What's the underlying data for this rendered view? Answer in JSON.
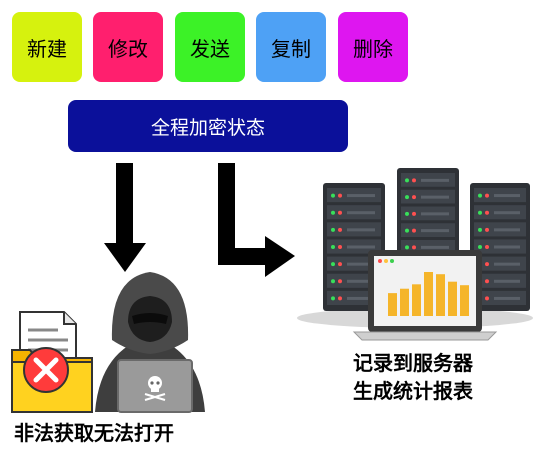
{
  "actions": [
    {
      "label": "新建",
      "color": "#d6f20e"
    },
    {
      "label": "修改",
      "color": "#ff1f6e"
    },
    {
      "label": "发送",
      "color": "#3cf227"
    },
    {
      "label": "复制",
      "color": "#4ea1f5"
    },
    {
      "label": "删除",
      "color": "#de16f0"
    }
  ],
  "banner": {
    "label": "全程加密状态",
    "color": "#0b109a"
  },
  "left_caption": "非法获取无法打开",
  "right_caption": {
    "line1": "记录到服务器",
    "line2": "生成统计报表"
  },
  "report_bar_values": [
    0.52,
    0.62,
    0.72,
    1.0,
    0.95,
    0.78,
    0.7
  ]
}
